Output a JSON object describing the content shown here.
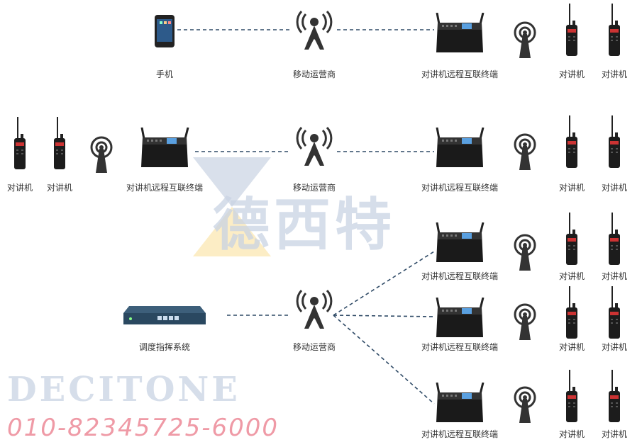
{
  "labels": {
    "phone": "手机",
    "carrier": "移动运营商",
    "terminal": "对讲机远程互联终端",
    "radio": "对讲机",
    "dispatch": "调度指挥系统"
  },
  "watermark": {
    "brand_cn": "德西特",
    "brand_en": "DECITONE",
    "phone": "010-82345725-6000"
  },
  "colors": {
    "line": "#2f4a66",
    "watermark_blue": "#c9d3e3",
    "watermark_yellow": "#fbe9b7",
    "watermark_red": "#ef9aa6"
  }
}
